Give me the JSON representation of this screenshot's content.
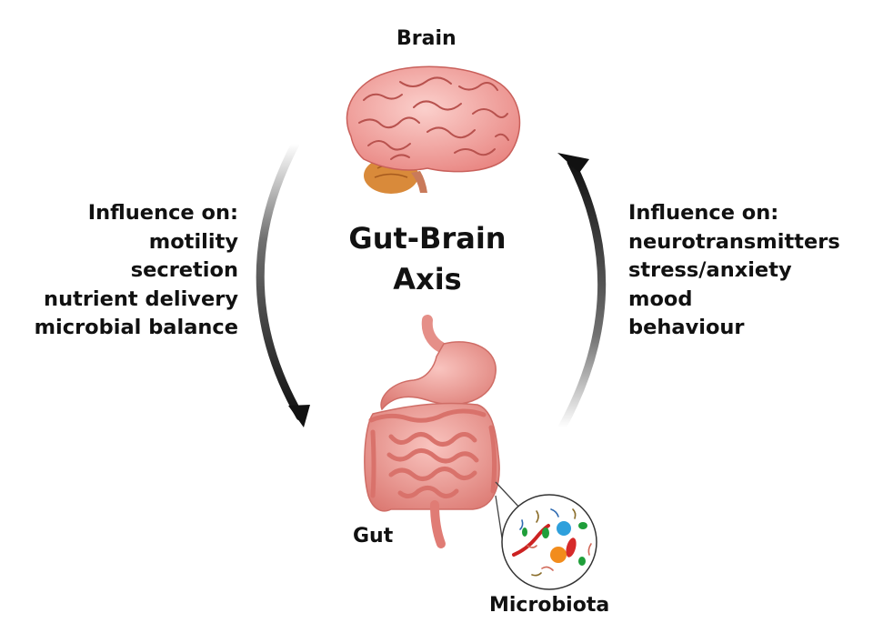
{
  "labels": {
    "brain": "Brain",
    "gut": "Gut",
    "microbiota": "Microbiota"
  },
  "center": {
    "line1": "Gut-Brain",
    "line2": "Axis"
  },
  "left_influence": {
    "heading": "Influence on:",
    "items": [
      "motility",
      "secretion",
      "nutrient delivery",
      "microbial balance"
    ]
  },
  "right_influence": {
    "heading": "Influence on:",
    "items": [
      "neurotransmitters",
      "stress/anxiety",
      "mood",
      "behaviour"
    ]
  },
  "colors": {
    "text": "#111111",
    "arrow": "#111111",
    "brain": "#f4a7a4",
    "brain_sulci": "#b8524e",
    "cerebellum": "#d98a3a",
    "gut": "#f3a59f",
    "gut_shade": "#d9726b"
  },
  "icons": {
    "brain": "brain-illustration",
    "gut": "gut-illustration",
    "microbiota": "bacteria-magnifier"
  }
}
